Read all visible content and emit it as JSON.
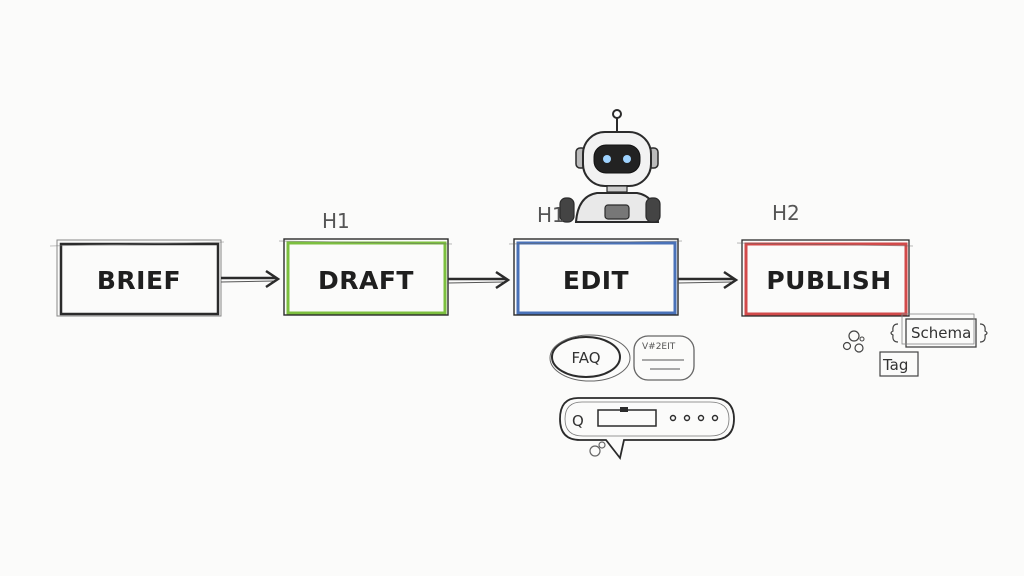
{
  "steps": [
    {
      "label": "BRIEF",
      "heading": "",
      "color": "#3a3a3a"
    },
    {
      "label": "DRAFT",
      "heading": "H1",
      "color": "#7cbf3f"
    },
    {
      "label": "EDIT",
      "heading": "H1",
      "color": "#4a72b8"
    },
    {
      "label": "PUBLISH",
      "heading": "H2",
      "color": "#d24a4a"
    }
  ],
  "edit_notes": {
    "faq": "FAQ",
    "note": "V#2EIT",
    "search_q": "Q"
  },
  "publish_notes": {
    "schema": "Schema",
    "tag": "Tag"
  },
  "icons": {
    "assistant": "robot-icon",
    "search": "search-bubble-icon"
  }
}
